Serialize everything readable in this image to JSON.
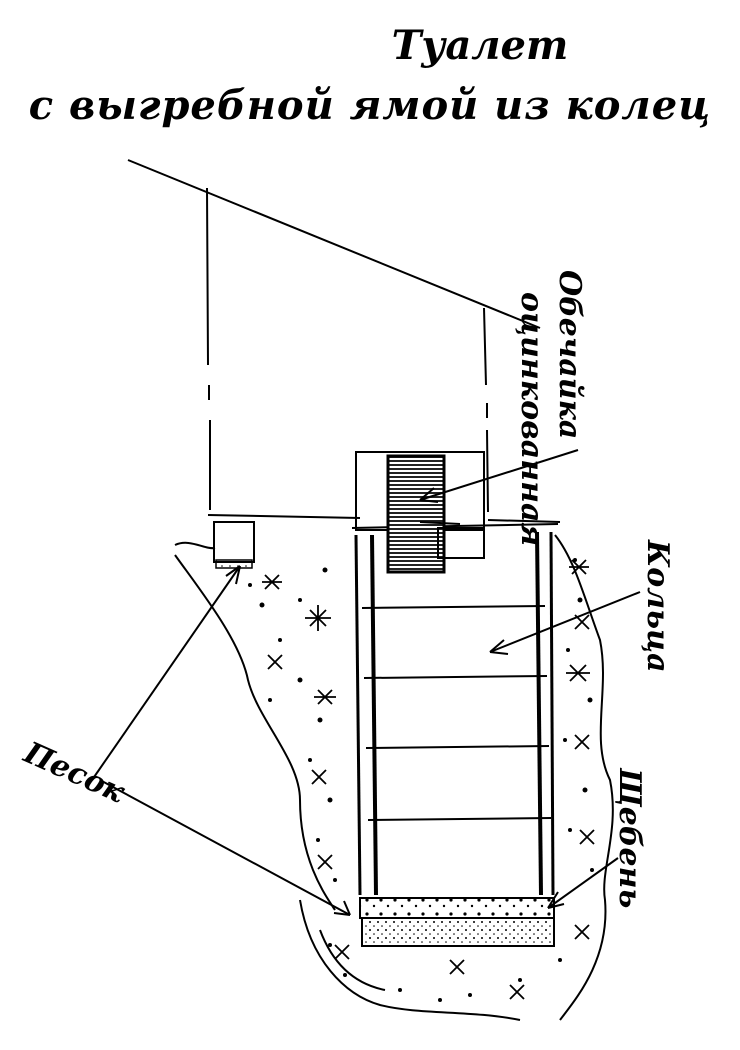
{
  "title": {
    "line1": "Туалет",
    "line2": "с  выгребной  ямой   из колец"
  },
  "labels": {
    "casing_line1": "Обечайка",
    "casing_line2": "оцинкованная",
    "rings": "Кольца",
    "sand": "Песок",
    "gravel": "Щебень"
  },
  "colors": {
    "ink": "#000000",
    "background": "#ffffff",
    "casing_fill": "#333333",
    "sand_fill": "#e8e8e8"
  }
}
